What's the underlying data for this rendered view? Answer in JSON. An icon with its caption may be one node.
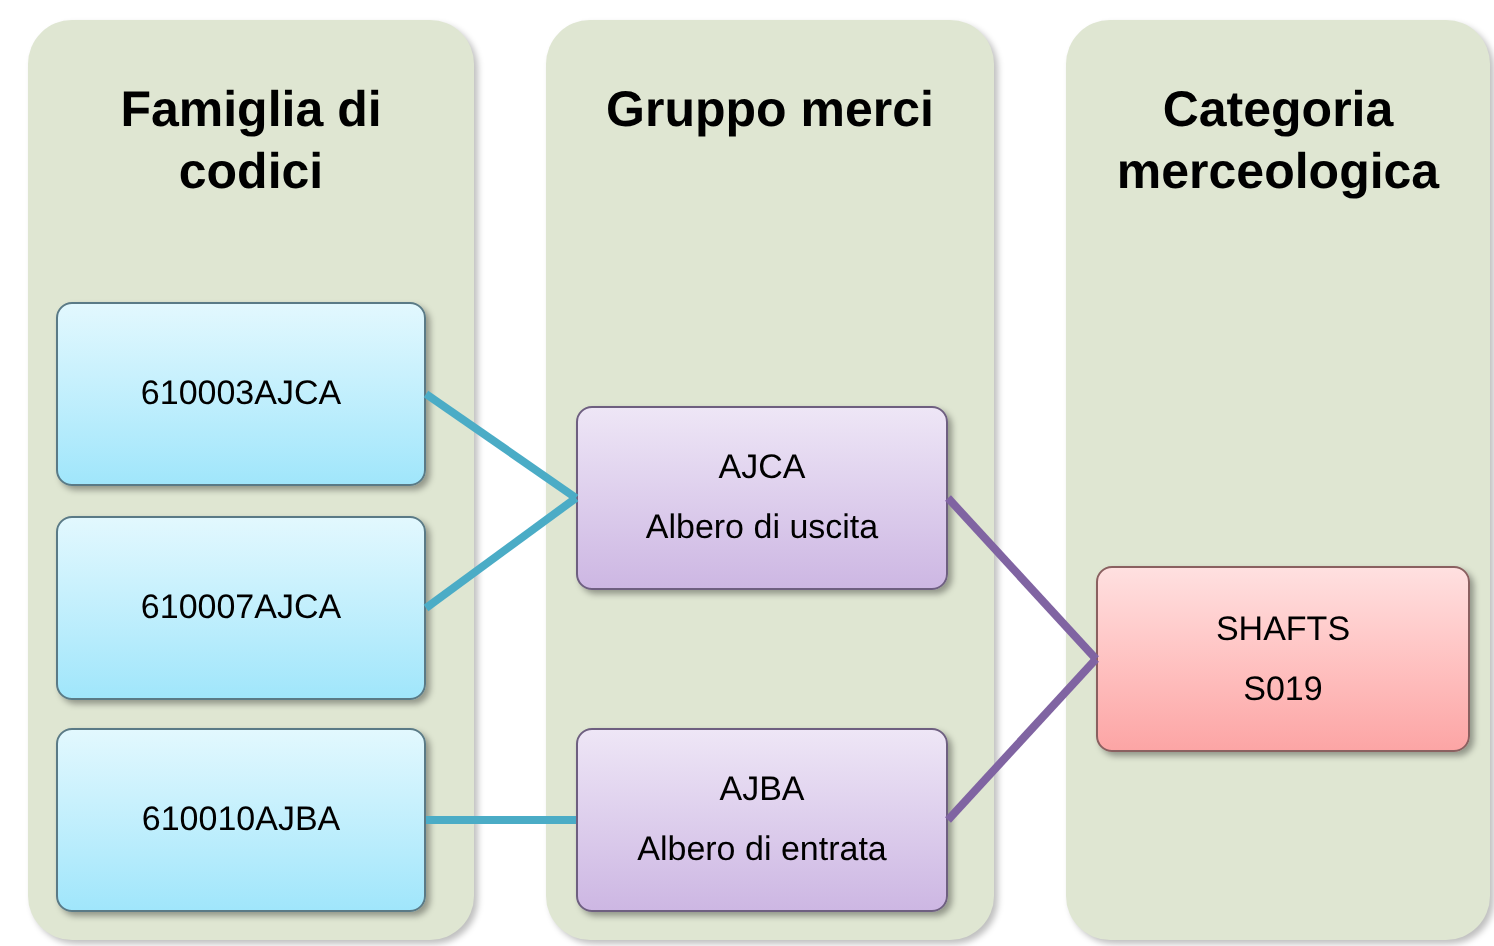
{
  "diagram": {
    "nodes": [
      {
        "text": [
          "Famiglia di codici"
        ]
      },
      {
        "text": [
          "Gruppo merci"
        ]
      },
      {
        "text": [
          "Categoria merceologica"
        ]
      },
      {
        "text": [
          "610003AJCA"
        ],
        "in": 0
      },
      {
        "text": [
          "610007AJCA"
        ],
        "in": 0
      },
      {
        "text": [
          "610010AJBA"
        ],
        "in": 0
      },
      {
        "text": [
          "AJCA",
          "Albero di uscita"
        ],
        "in": 1
      },
      {
        "text": [
          "AJBA",
          "Albero di entrata"
        ],
        "in": 1
      },
      {
        "text": [
          "SHAFTS",
          "S019"
        ],
        "in": 2
      }
    ],
    "edges": [
      {
        "from": 3,
        "to": 6,
        "arrow": "none"
      },
      {
        "from": 4,
        "to": 6,
        "arrow": "none"
      },
      {
        "from": 5,
        "to": 7,
        "arrow": "none"
      },
      {
        "from": 6,
        "to": 8,
        "arrow": "none",
        "color": "#8064a2"
      },
      {
        "from": 7,
        "to": 8,
        "arrow": "none",
        "color": "#8064a2"
      }
    ]
  }
}
